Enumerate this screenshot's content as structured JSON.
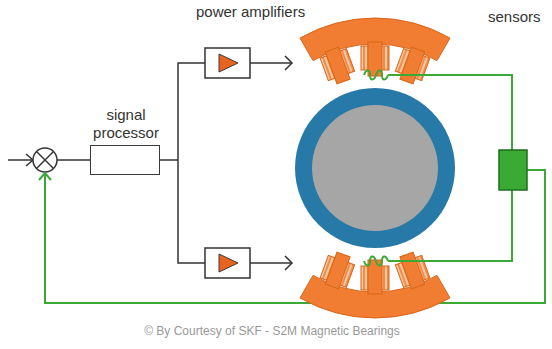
{
  "diagram": {
    "nodes": [
      {
        "text": [
          "signal processor"
        ]
      }
    ],
    "labels": [
      "power amplifiers",
      "sensors",
      "© By Courtesy of SKF - S2M Magnetic Bearings"
    ]
  }
}
